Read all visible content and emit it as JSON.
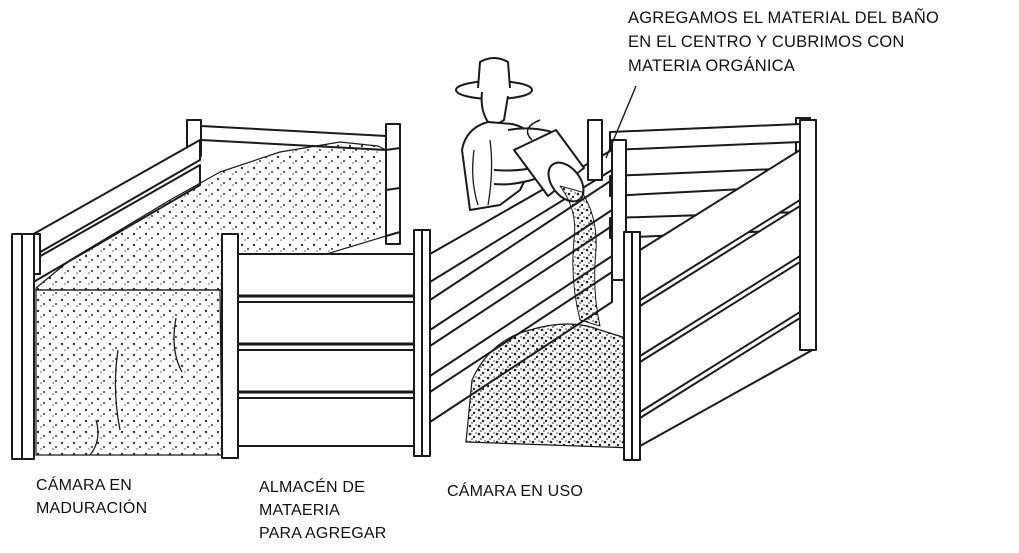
{
  "labels": {
    "instruction": [
      "AGREGAMOS EL MATERIAL DEL BAÑO",
      "EN EL CENTRO Y CUBRIMOS CON",
      "MATERIA ORGÁNICA"
    ],
    "maturing_chamber": [
      "CÁMARA EN",
      "MADURACIÓN"
    ],
    "storage": [
      "ALMACÉN DE",
      "MATAERIA",
      "PARA AGREGAR"
    ],
    "chamber_in_use": [
      "CÁMARA EN USO"
    ]
  },
  "colors": {
    "line": "#1a1a1a",
    "fill": "#ffffff",
    "dots": "#333333"
  },
  "icons": [
    "hat-icon",
    "bucket-icon"
  ]
}
